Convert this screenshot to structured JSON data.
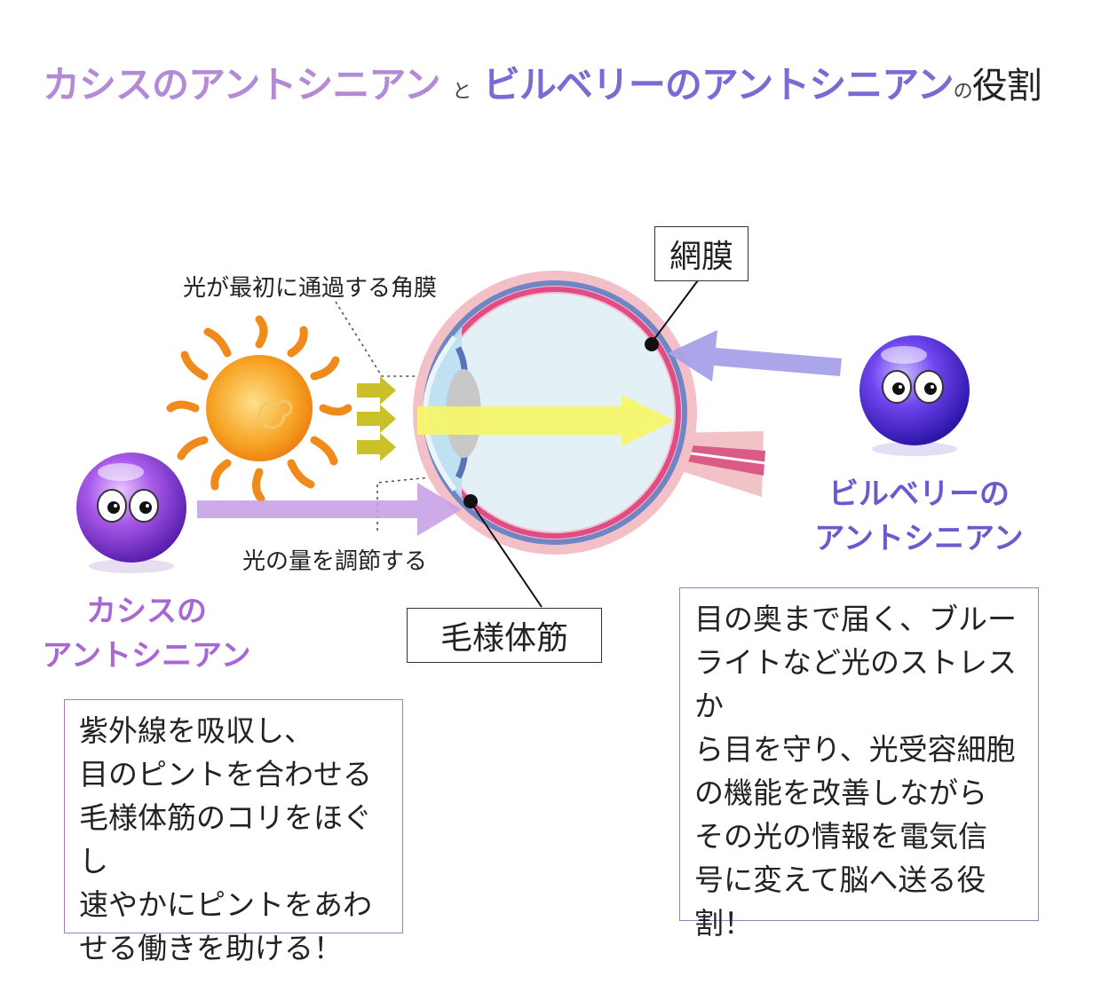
{
  "title": {
    "cassis": "カシスのアントシニアン",
    "and": "と",
    "bilberry": "ビルベリーのアントシニアン",
    "no": "の",
    "role": "役割"
  },
  "labels": {
    "cornea": "光が最初に通過する角膜",
    "retina": "網膜",
    "light_amount": "光の量を調節する",
    "ciliary": "毛様体筋"
  },
  "characters": {
    "cassis_line1": "カシスの",
    "cassis_line2": "アントシニアン",
    "bilberry_line1": "ビルベリーの",
    "bilberry_line2": "アントシニアン"
  },
  "descriptions": {
    "cassis": "紫外線を吸収し、\n目のピントを合わせる\n毛様体筋のコリをほぐし\n速やかにピントをあわ\nせる働きを助ける！",
    "bilberry": "目の奥まで届く、ブルー\nライトなど光のストレスか\nら目を守り、光受容細胞\nの機能を改善しながら\nその光の情報を電気信\n号に変えて脳へ送る役\n割！"
  },
  "colors": {
    "cassis": "#b48ad6",
    "bilberry": "#7a6ad6",
    "eye_outer": "#f4c0c8",
    "eye_inner": "#e3f1f7",
    "light_arrow": "#f6f66a"
  },
  "icons": {
    "sun": "sun-icon",
    "cassis_ball": "purple-ball-character",
    "bilberry_ball": "blue-violet-ball-character"
  }
}
